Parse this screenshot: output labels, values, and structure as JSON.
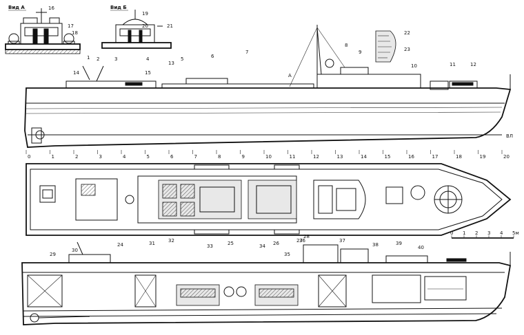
{
  "views": {
    "view_a": {
      "label": "Вид А"
    },
    "view_b": {
      "label": "Вид Б"
    }
  },
  "top_callouts": [
    "16",
    "17",
    "18",
    "19",
    "20",
    "21",
    "22",
    "23",
    "1",
    "2",
    "3",
    "4",
    "5",
    "6",
    "7",
    "8",
    "9",
    "10",
    "11",
    "12",
    "13",
    "14",
    "15"
  ],
  "station_labels": [
    "0",
    "1",
    "2",
    "3",
    "4",
    "5",
    "6",
    "7",
    "8",
    "9",
    "10",
    "11",
    "12",
    "13",
    "14",
    "15",
    "16",
    "17",
    "18",
    "19",
    "20"
  ],
  "marker_a": "A",
  "waterline_label": "ВЛ",
  "plan_callouts": [
    "24",
    "25",
    "26",
    "27",
    "28"
  ],
  "section_callouts": [
    "29",
    "30",
    "31",
    "32",
    "33",
    "34",
    "35",
    "36",
    "37",
    "38",
    "39",
    "40"
  ],
  "scale_bar": {
    "ticks": [
      "0",
      "1",
      "2",
      "3",
      "4",
      "5м"
    ]
  }
}
